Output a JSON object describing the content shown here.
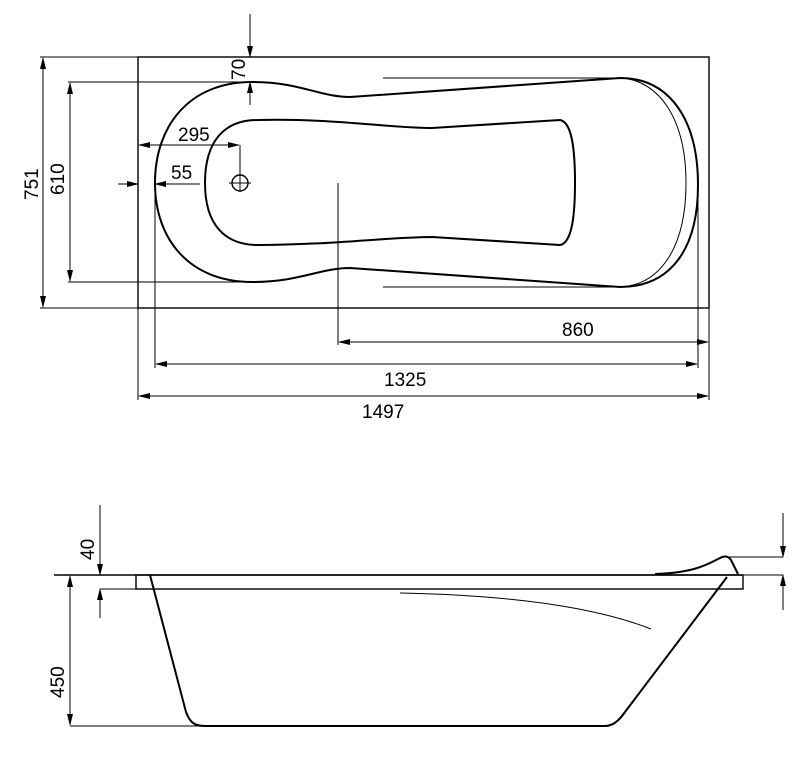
{
  "drawing": {
    "title": "Bathtub technical drawing",
    "colors": {
      "line": "#000000",
      "background": "#ffffff"
    }
  },
  "top_view": {
    "dimensions": {
      "total_width": "751",
      "inner_width": "610",
      "rim_offset": "70",
      "drain_offset_x": "295",
      "rim_to_bowl": "55",
      "backrest_length": "860",
      "inner_length": "1325",
      "total_length": "1497"
    }
  },
  "side_view": {
    "dimensions": {
      "rim_height": "40",
      "total_height": "450"
    }
  }
}
